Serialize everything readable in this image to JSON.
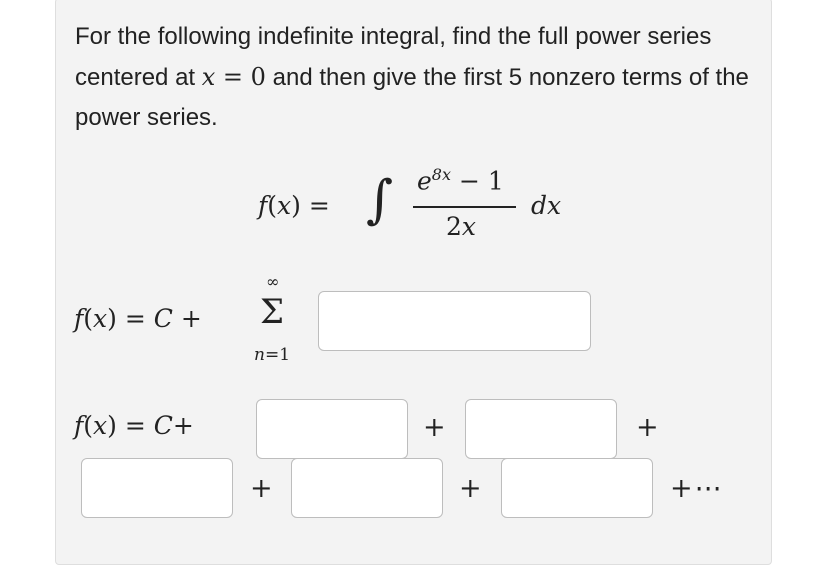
{
  "prompt": {
    "part1": "For the following indefinite integral, find the full power series centered at ",
    "var": "x",
    "eq": " = ",
    "zero": "0",
    "part2": " and then give the first 5 nonzero terms of the power series."
  },
  "definition": {
    "lhs": "f(x) =",
    "integral": "∫",
    "numerator": "e^{8x} − 1",
    "num_base": "e",
    "num_exp": "8x",
    "num_rest": "− 1",
    "denominator": "2x",
    "dx": "dx"
  },
  "series_line": {
    "lhs": "f(x) = C +",
    "sigma": "Σ",
    "upper": "∞",
    "lower": "n=1",
    "answer_value": ""
  },
  "terms_line": {
    "lhs": "f(x) = C+",
    "plus": "+",
    "ellipsis": "+⋯",
    "term_values": [
      "",
      "",
      "",
      "",
      ""
    ]
  }
}
